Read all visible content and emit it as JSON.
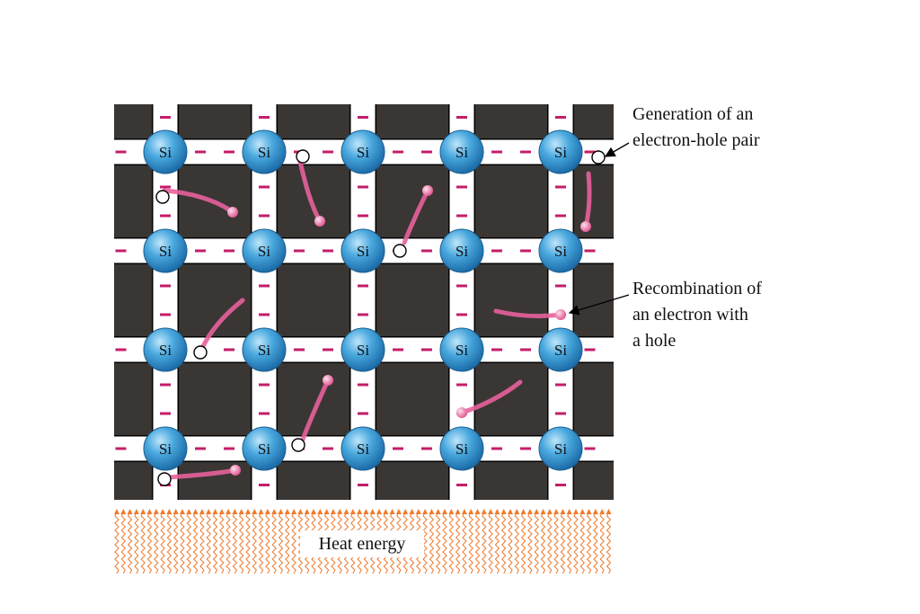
{
  "atom_label": "Si",
  "lattice": {
    "rows": 4,
    "cols": 5
  },
  "annotations": {
    "generation": [
      "Generation of an",
      "electron-hole pair"
    ],
    "recombination": [
      "Recombination of",
      "an electron with",
      "a hole"
    ]
  },
  "heat_label": "Heat energy",
  "colors": {
    "background_block": "#3a3634",
    "bond": "#ffffff",
    "bond_electron": "#c41d6a",
    "atom": "#2f8fcb",
    "free_electron": "#e8619b",
    "heat_arrow": "#f07a2c"
  }
}
